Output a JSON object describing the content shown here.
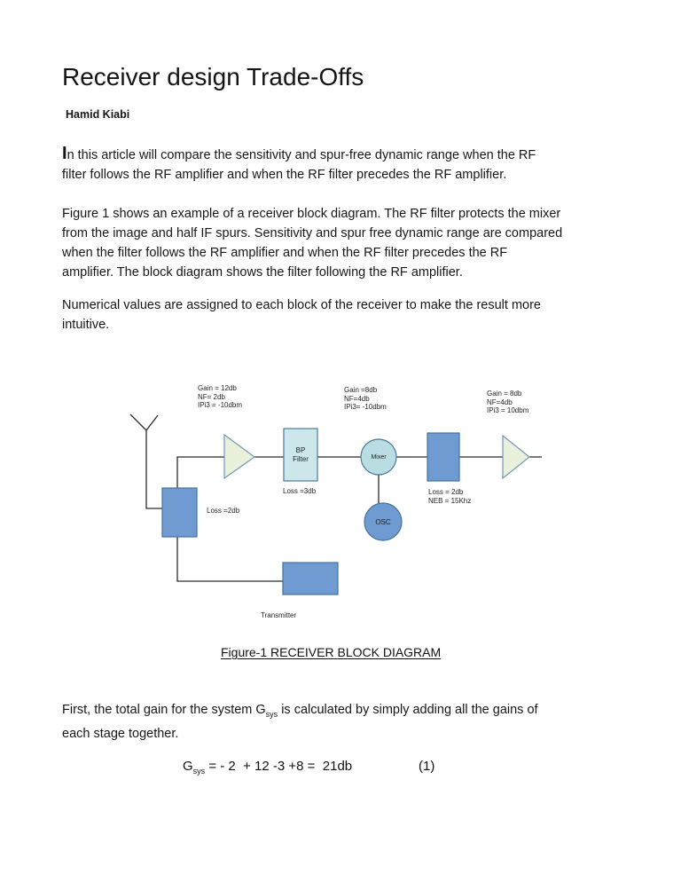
{
  "page": {
    "title": "Receiver design Trade-Offs",
    "author": "Hamid Kiabi"
  },
  "paragraphs": {
    "p1": {
      "dropcap": "I",
      "line1_rest": "n this article will compare the sensitivity and spur-free dynamic range when the RF",
      "line2": "filter follows the RF amplifier and when the RF filter precedes the RF amplifier."
    },
    "p2": {
      "lines": [
        "Figure 1 shows an example of a receiver block diagram. The RF filter protects the mixer",
        "from the image and half IF spurs. Sensitivity and spur free dynamic range are compared",
        "when the filter follows the RF amplifier and when the RF filter precedes the RF",
        "amplifier. The block diagram shows the filter following the RF amplifier."
      ]
    },
    "p3": {
      "lines": [
        "Numerical values are assigned to each block of the receiver to make the result more",
        "intuitive."
      ]
    },
    "p4": {
      "line1_pre": "First, the total gain for the system G",
      "line1_sub": "sys",
      "line1_post": " is calculated by simply adding all the gains of",
      "line2": "each stage together."
    }
  },
  "figure": {
    "caption": "Figure-1 RECEIVER BLOCK DIAGRAM",
    "labels": {
      "amp1": [
        "Gain = 12db",
        "NF= 2db",
        "IPi3 = -10dbm"
      ],
      "mixer": [
        "Gain =8db",
        "NF=4db",
        "IPi3= -10dbm"
      ],
      "amp2": [
        "Gain = 8db",
        "NF=4db",
        "IPi3 = 10dbm"
      ],
      "duplexer_loss": "Loss =2db",
      "bp_loss": "Loss =3db",
      "if_loss": [
        "Loss = 2db",
        "NEB = 15Khz"
      ],
      "transmitter": "Transmitter"
    },
    "blocks": {
      "bp_filter": [
        "BP",
        "Filter"
      ],
      "mixer": "Mixer",
      "osc": "OSC"
    },
    "colors": {
      "block_blue": "#6f9bd2",
      "block_blue_border": "#44719e",
      "filter_fill": "#cde6ea",
      "mixer_fill": "#b9dde3",
      "shape_border": "#4a7a9b",
      "amp_fill": "#e9f1dc",
      "amp_border": "#7396b8",
      "wire": "#2b2b2b"
    }
  },
  "equation": {
    "pre": "G",
    "sub": "sys",
    "body": " = - 2  + 12 -3 +8 =  21db",
    "number": "(1)"
  }
}
